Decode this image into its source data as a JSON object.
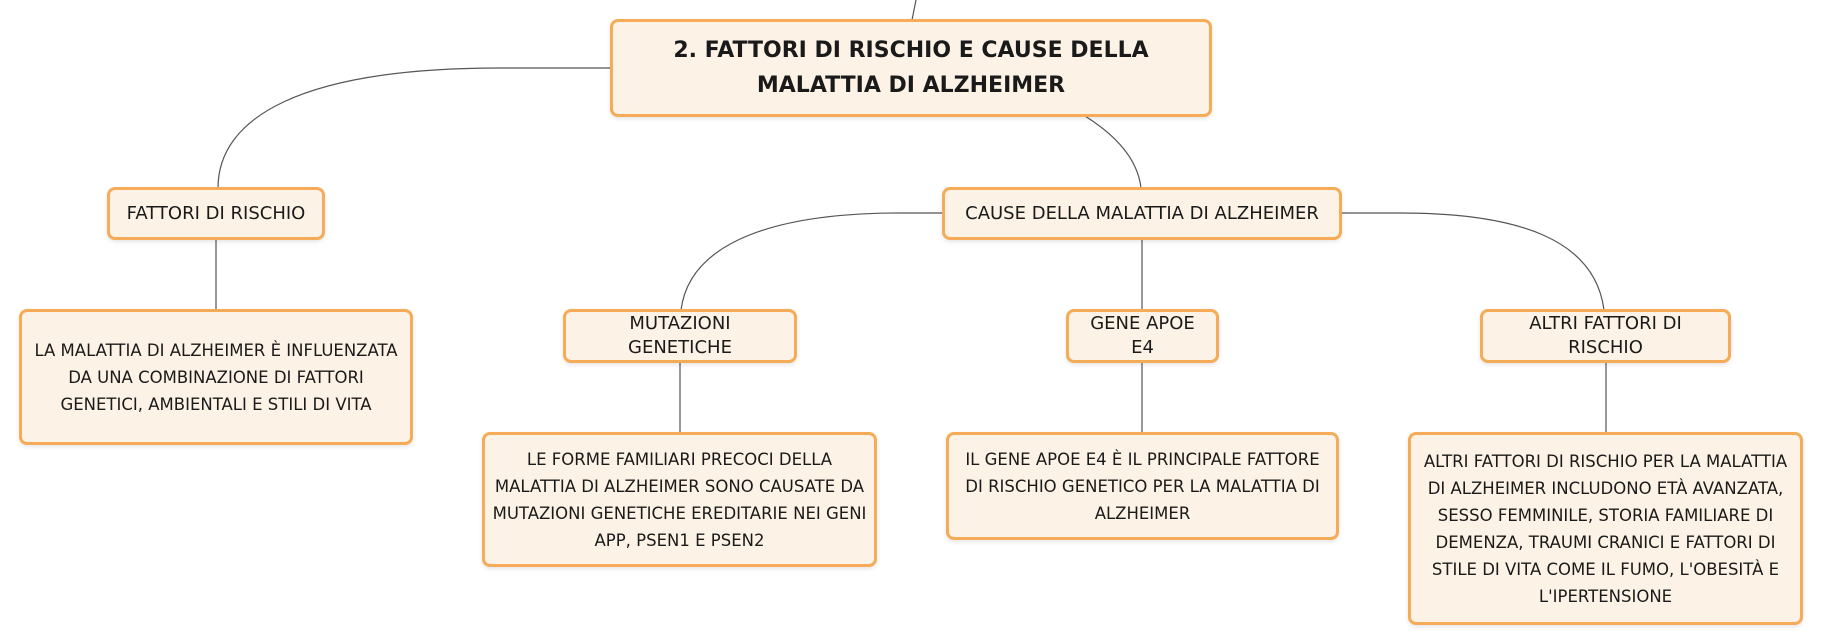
{
  "diagram": {
    "root": {
      "label": "2. FATTORI DI RISCHIO E CAUSE DELLA MALATTIA DI ALZHEIMER"
    },
    "branches": [
      {
        "label": "FATTORI DI RISCHIO",
        "children": [
          {
            "label": "LA MALATTIA DI ALZHEIMER È INFLUENZATA DA UNA COMBINAZIONE DI FATTORI GENETICI, AMBIENTALI E STILI DI VITA",
            "children": []
          }
        ]
      },
      {
        "label": "CAUSE DELLA MALATTIA DI ALZHEIMER",
        "children": [
          {
            "label": "MUTAZIONI GENETICHE",
            "children": [
              {
                "label": "LE FORME FAMILIARI PRECOCI DELLA MALATTIA DI ALZHEIMER SONO CAUSATE DA MUTAZIONI GENETICHE EREDITARIE NEI GENI APP, PSEN1 E PSEN2"
              }
            ]
          },
          {
            "label": "GENE APOE Ε4",
            "children": [
              {
                "label": "IL GENE APOE Ε4 È IL PRINCIPALE FATTORE DI RISCHIO GENETICO PER LA MALATTIA DI ALZHEIMER"
              }
            ]
          },
          {
            "label": "ALTRI FATTORI DI RISCHIO",
            "children": [
              {
                "label": "ALTRI FATTORI DI RISCHIO PER LA MALATTIA DI ALZHEIMER INCLUDONO ETÀ AVANZATA, SESSO FEMMINILE, STORIA FAMILIARE DI DEMENZA, TRAUMI CRANICI E FATTORI DI STILE DI VITA COME IL FUMO, L'OBESITÀ E L'IPERTENSIONE"
              }
            ]
          }
        ]
      }
    ]
  },
  "colors": {
    "node_fill": "#fdf2e6",
    "node_border": "#f5ab57",
    "connector": "#555555",
    "text": "#1a1a1a"
  }
}
